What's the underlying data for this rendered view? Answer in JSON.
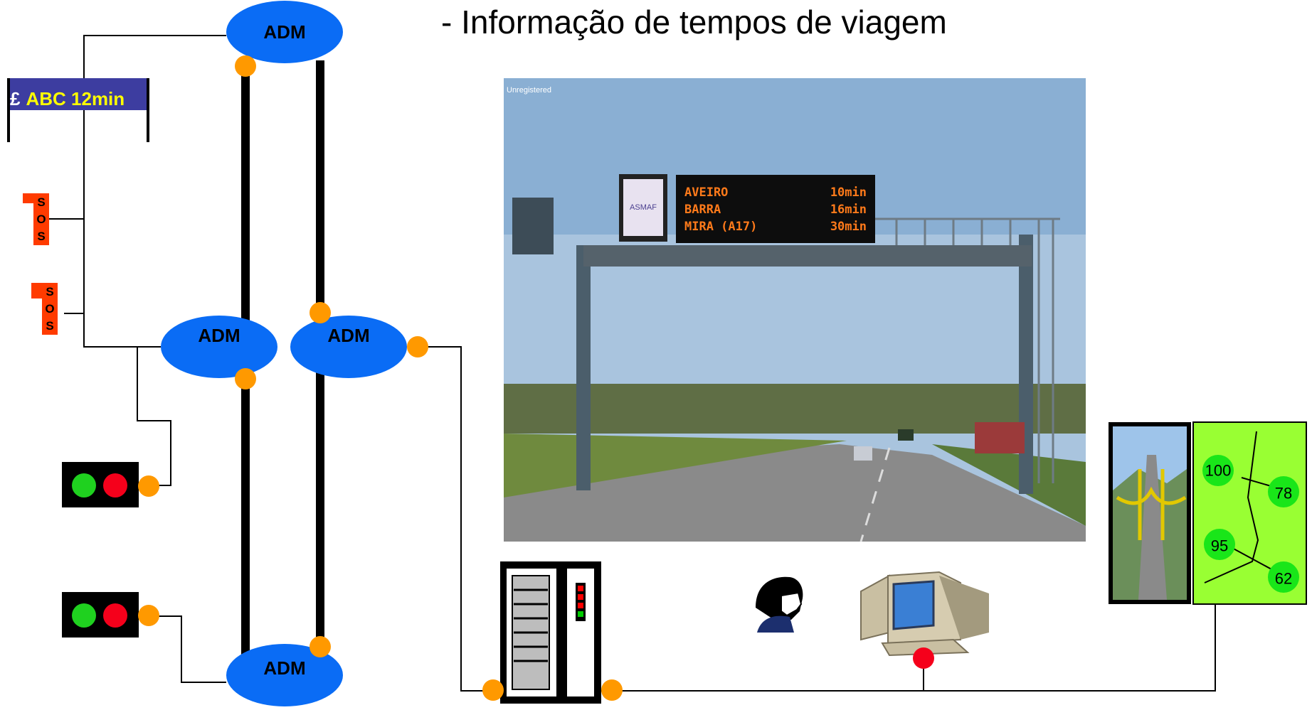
{
  "title": "- Informação de tempos de viagem",
  "adm_label": "ADM",
  "vms_sign": {
    "pound": "£",
    "text": "ABC 12min"
  },
  "sos_letters": [
    "S",
    "O",
    "S"
  ],
  "photo": {
    "watermark": "Unregistered",
    "logo_text": "ASMAF",
    "rows": [
      {
        "dest": "AVEIRO",
        "time": "10min"
      },
      {
        "dest": "BARRA",
        "time": "16min"
      },
      {
        "dest": "MIRA (A17)",
        "time": "30min"
      }
    ]
  },
  "map_values": [
    "100",
    "78",
    "95",
    "62"
  ],
  "colors": {
    "adm": "#0a6cf5",
    "connector": "#ff9900",
    "signal_green": "#1fd11f",
    "signal_red": "#f5001b",
    "sos": "#ff3b00",
    "map_bg": "#99ff33",
    "map_node": "#19e619",
    "vms_bg": "#3d3da0",
    "vms_text": "#ffff00"
  },
  "icons": [
    "server-icon",
    "person-icon",
    "computer-icon",
    "bridge-icon"
  ]
}
